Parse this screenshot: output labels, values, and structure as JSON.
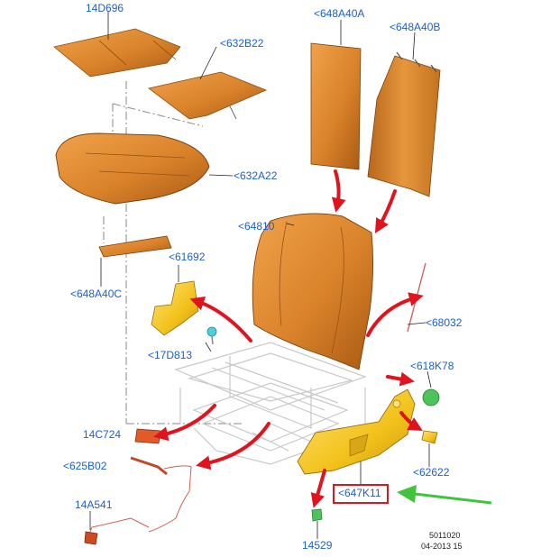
{
  "labels": {
    "14D696": "14D696",
    "648A40A": "<648A40A",
    "648A40B": "<648A40B",
    "632B22": "<632B22",
    "632A22": "<632A22",
    "64810": "<64810",
    "648A40C": "<648A40C",
    "61692": "<61692",
    "68032": "<68032",
    "17D813": "<17D813",
    "618K78": "<618K78",
    "14C724": "14C724",
    "625B02": "<625B02",
    "62622": "<62622",
    "647K11": "<647K11",
    "14A541": "14A541",
    "14529": "14529"
  },
  "footer": {
    "code": "5011020",
    "date": "04-2013 15"
  },
  "highlighted_part": "<647K11",
  "colors": {
    "label": "#1a5fd6",
    "foam": "#d9822b",
    "foam_dark": "#a95a12",
    "trim_yellow": "#f2c21a",
    "arrow_red": "#e0141e",
    "arrow_green": "#3fc43a",
    "frame_gray": "#c9c9c9"
  }
}
